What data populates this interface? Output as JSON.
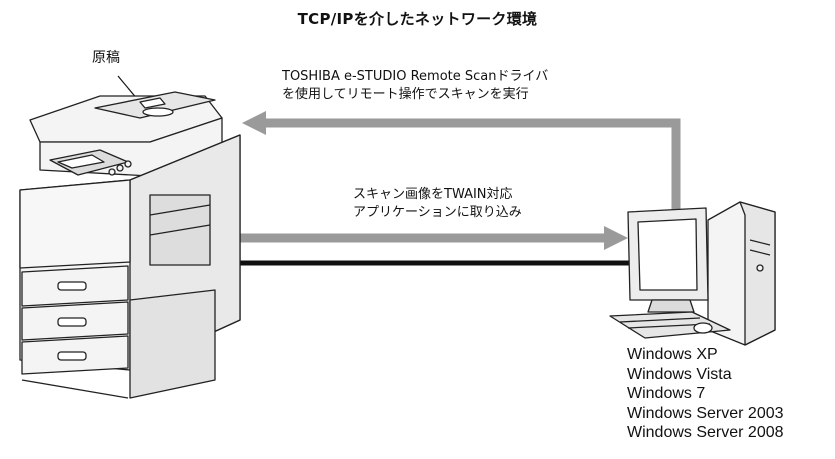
{
  "title": "TCP/IPを介したネットワーク環境",
  "labels": {
    "original_document": "原稿",
    "remote_scan_line1": "TOSHIBA e-STUDIO Remote Scanドライバ",
    "remote_scan_line2": "を使用してリモート操作でスキャンを実行",
    "twain_line1": "スキャン画像をTWAIN対応",
    "twain_line2": "アプリケーションに取り込み"
  },
  "operating_systems": [
    "Windows XP",
    "Windows Vista",
    "Windows 7",
    "Windows Server 2003",
    "Windows Server 2008"
  ],
  "colors": {
    "arrow": "#9a9a9a",
    "cable": "#111111",
    "device_fill": "#f4f4f4",
    "device_stroke": "#222222"
  },
  "icons": {
    "mfp": "multifunction-printer-icon",
    "pc": "desktop-computer-icon"
  }
}
